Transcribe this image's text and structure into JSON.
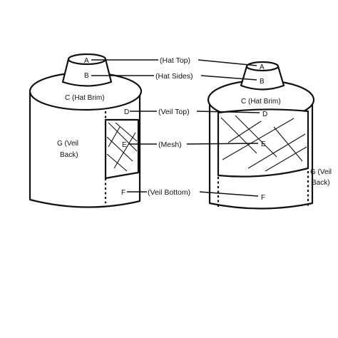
{
  "left_hat": {
    "top_letter": "A",
    "sides_letter": "B",
    "brim_label": "C (Hat Brim)",
    "veil_top_letter": "D",
    "mesh_letter": "E",
    "veil_bottom_letter": "F",
    "veil_back_line1": "G (Veil",
    "veil_back_line2": "Back)"
  },
  "right_hat": {
    "top_letter": "A",
    "sides_letter": "B",
    "brim_label": "C (Hat Brim)",
    "veil_top_letter": "D",
    "mesh_letter": "E",
    "veil_bottom_letter": "F",
    "veil_back_line1": "G (Veil",
    "veil_back_line2": "Back)"
  },
  "legend": {
    "hat_top": "(Hat Top)",
    "hat_sides": "(Hat Sides)",
    "veil_top": "(Veil Top)",
    "mesh": "(Mesh)",
    "veil_bottom": "(Veil Bottom)"
  }
}
